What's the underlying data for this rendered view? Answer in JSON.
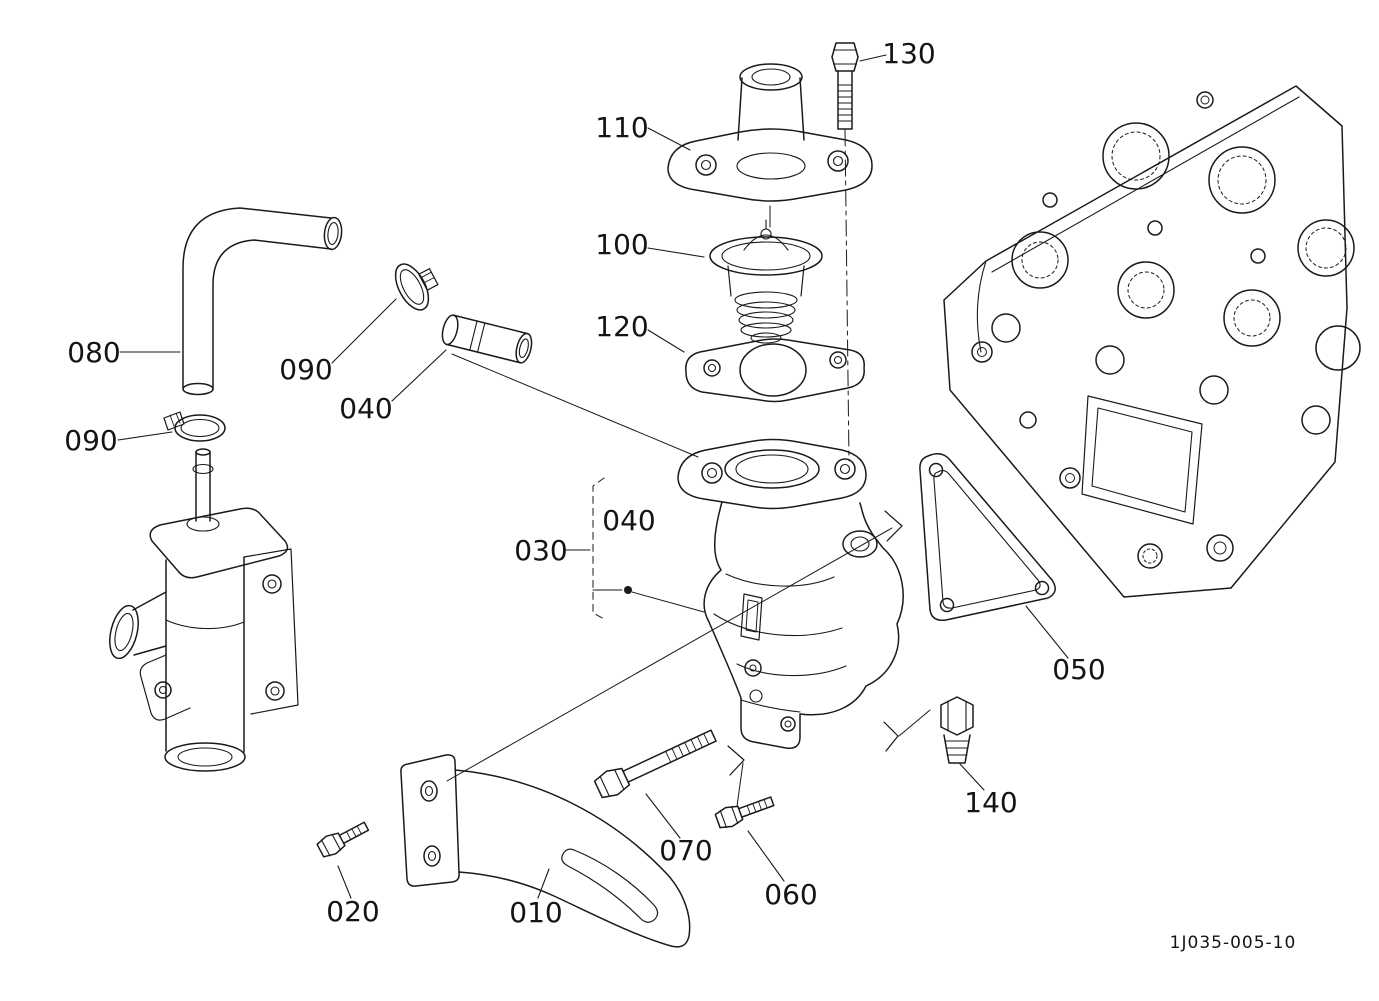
{
  "page": {
    "background": "#ffffff",
    "line_color": "#1a1a1a"
  },
  "diagram": {
    "drawing_number": "1J035-005-10",
    "callouts": [
      {
        "ref": "130"
      },
      {
        "ref": "110"
      },
      {
        "ref": "100"
      },
      {
        "ref": "120"
      },
      {
        "ref": "080"
      },
      {
        "ref": "090"
      },
      {
        "ref": "040"
      },
      {
        "ref": "090"
      },
      {
        "ref": "030"
      },
      {
        "ref": "040"
      },
      {
        "ref": "050"
      },
      {
        "ref": "140"
      },
      {
        "ref": "070"
      },
      {
        "ref": "060"
      },
      {
        "ref": "020"
      },
      {
        "ref": "010"
      }
    ]
  }
}
